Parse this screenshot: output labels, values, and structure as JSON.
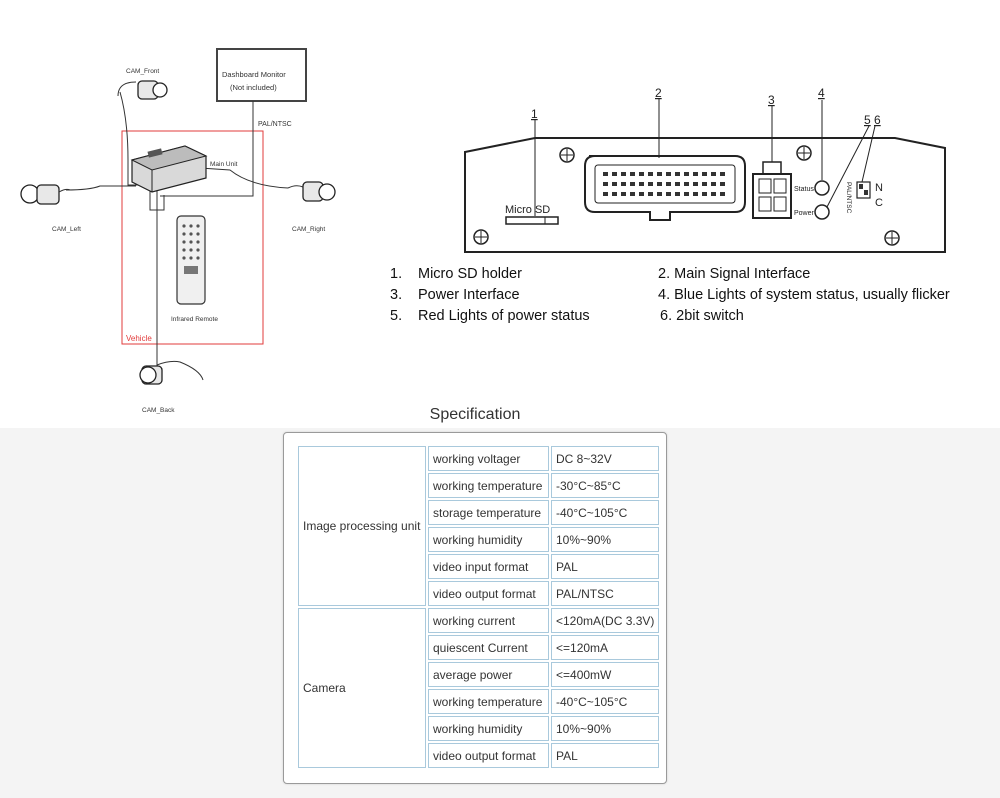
{
  "wiring": {
    "dashboard_monitor": "Dashboard Monitor",
    "not_included": "(Not included)",
    "pal_ntsc": "PAL/NTSC",
    "cam_front": "CAM_Front",
    "cam_left": "CAM_Left",
    "cam_right": "CAM_Right",
    "cam_back": "CAM_Back",
    "main_unit": "Main Unit",
    "infrared_remote": "Infrared Remote",
    "vehicle": "Vehicle",
    "vehicle_color": "#e23b3b"
  },
  "panel": {
    "callouts": [
      "1",
      "2",
      "3",
      "4",
      "5",
      "6"
    ],
    "micro_sd": "Micro SD",
    "status": "Status",
    "power": "Power",
    "pal_ntsc": "PAL/NTSC",
    "switch_n": "N",
    "switch_c": "C"
  },
  "legend": [
    {
      "num": "1.",
      "text": "Micro SD holder"
    },
    {
      "num": "2.",
      "text": "Main Signal Interface"
    },
    {
      "num": "3.",
      "text": "Power Interface"
    },
    {
      "num": "4.",
      "text": "Blue Lights of system status, usually flicker"
    },
    {
      "num": "5.",
      "text": "Red Lights of power status"
    },
    {
      "num": "6.",
      "text": "2bit switch"
    }
  ],
  "spec": {
    "title": "Specification",
    "groups": [
      {
        "name": "Image processing unit",
        "rows": [
          {
            "param": "working voltager",
            "value": "DC 8~32V"
          },
          {
            "param": "working temperature",
            "value": "-30°C~85°C"
          },
          {
            "param": "storage temperature",
            "value": "-40°C~105°C"
          },
          {
            "param": "working humidity",
            "value": "10%~90%"
          },
          {
            "param": "video input format",
            "value": "PAL"
          },
          {
            "param": "video output format",
            "value": "PAL/NTSC"
          }
        ]
      },
      {
        "name": "Camera",
        "rows": [
          {
            "param": "working current",
            "value": "<120mA(DC 3.3V)"
          },
          {
            "param": "quiescent Current",
            "value": "<=120mA"
          },
          {
            "param": "average power",
            "value": "<=400mW"
          },
          {
            "param": "working temperature",
            "value": "-40°C~105°C"
          },
          {
            "param": "working humidity",
            "value": "10%~90%"
          },
          {
            "param": "video output format",
            "value": "PAL"
          }
        ]
      }
    ]
  }
}
